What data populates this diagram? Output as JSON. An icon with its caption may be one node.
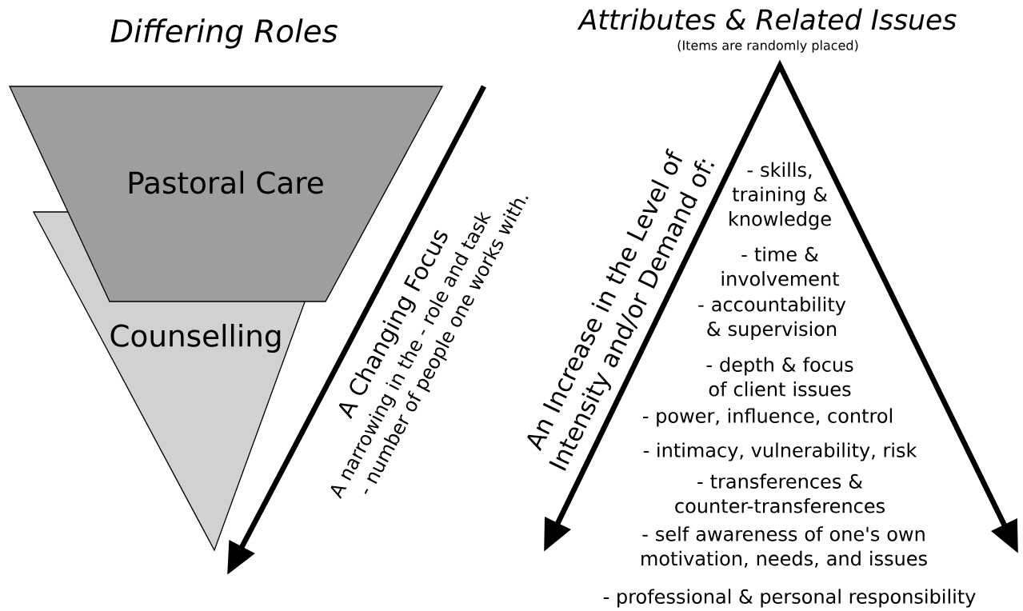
{
  "diagram": {
    "nodes": [
      {
        "text": [
          "Pastoral Care"
        ]
      },
      {
        "text": [
          "Counselling"
        ]
      }
    ],
    "labels": [
      "Differing Roles",
      "Attributes & Related Issues",
      "(Items are randomly placed)",
      "A Changing Focus",
      "A narrowing in the - role and task",
      "- number of people one works with.",
      "An Increase in the Level of Intensity and/or Demand of:",
      "- skills, training & knowledge",
      "- time & involvement",
      "- accountability & supervision",
      "- depth & focus of client issues",
      "- power, influence, control",
      "- intimacy, vulnerability, risk",
      "- transferences & counter-transferences",
      "- self awareness of one's own motivation, needs, and issues",
      "- professional & personal responsibility"
    ]
  }
}
